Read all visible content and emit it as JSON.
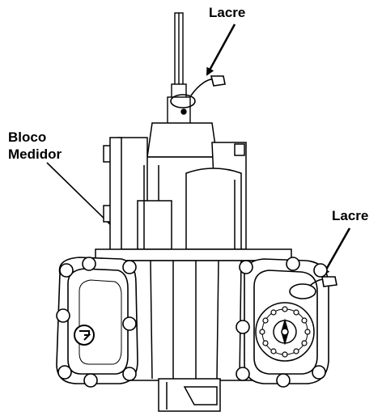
{
  "labels": {
    "seal_top": "Lacre",
    "meter_block_line1": "Bloco",
    "meter_block_line2": "Medidor",
    "seal_right": "Lacre"
  },
  "colors": {
    "ink": "#000000",
    "paper": "#ffffff",
    "light": "#f2f2f2"
  }
}
